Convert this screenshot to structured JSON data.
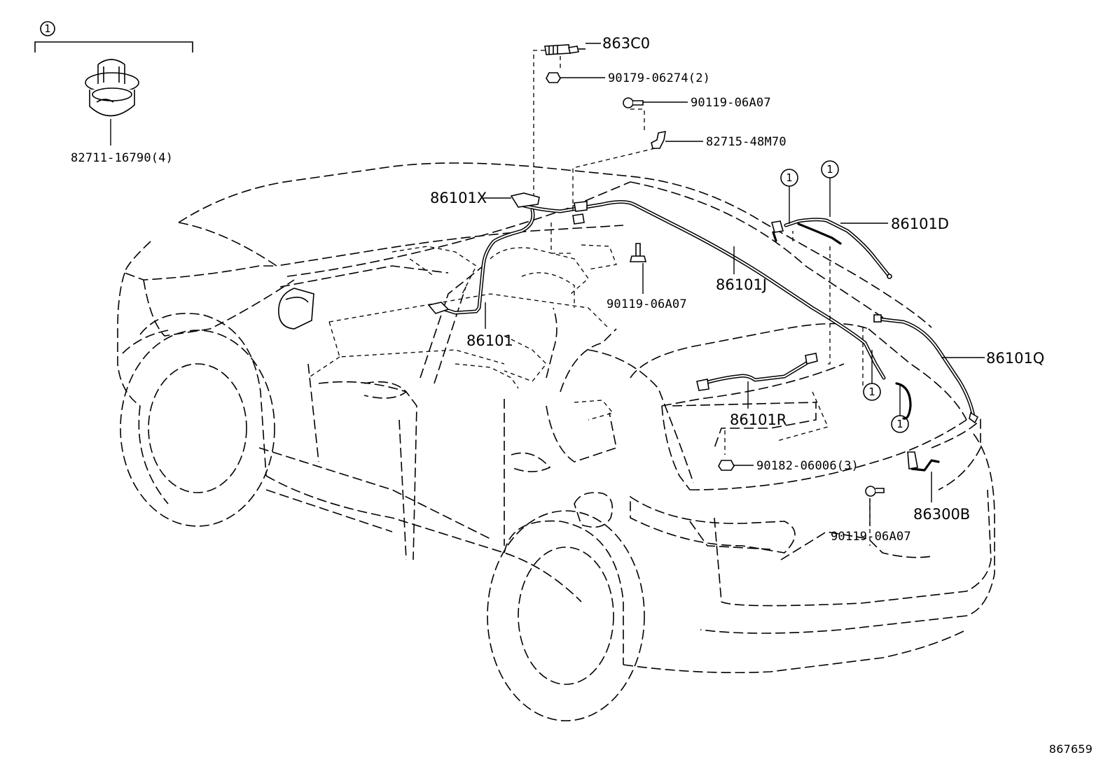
{
  "diagram_id": "867659",
  "clip_group": {
    "marker": "1",
    "part_number": "82711-16790(4)"
  },
  "callout_marker": "1",
  "parts": {
    "p_863C0": "863C0",
    "p_90179": "90179-06274(2)",
    "p_90119_top": "90119-06A07",
    "p_82715": "82715-48M70",
    "p_86101X": "86101X",
    "p_86101D": "86101D",
    "p_86101J": "86101J",
    "p_90119_mid": "90119-06A07",
    "p_86101": "86101",
    "p_86101Q": "86101Q",
    "p_86101R": "86101R",
    "p_90182": "90182-06006(3)",
    "p_86300B": "86300B",
    "p_90119_low": "90119-06A07"
  }
}
